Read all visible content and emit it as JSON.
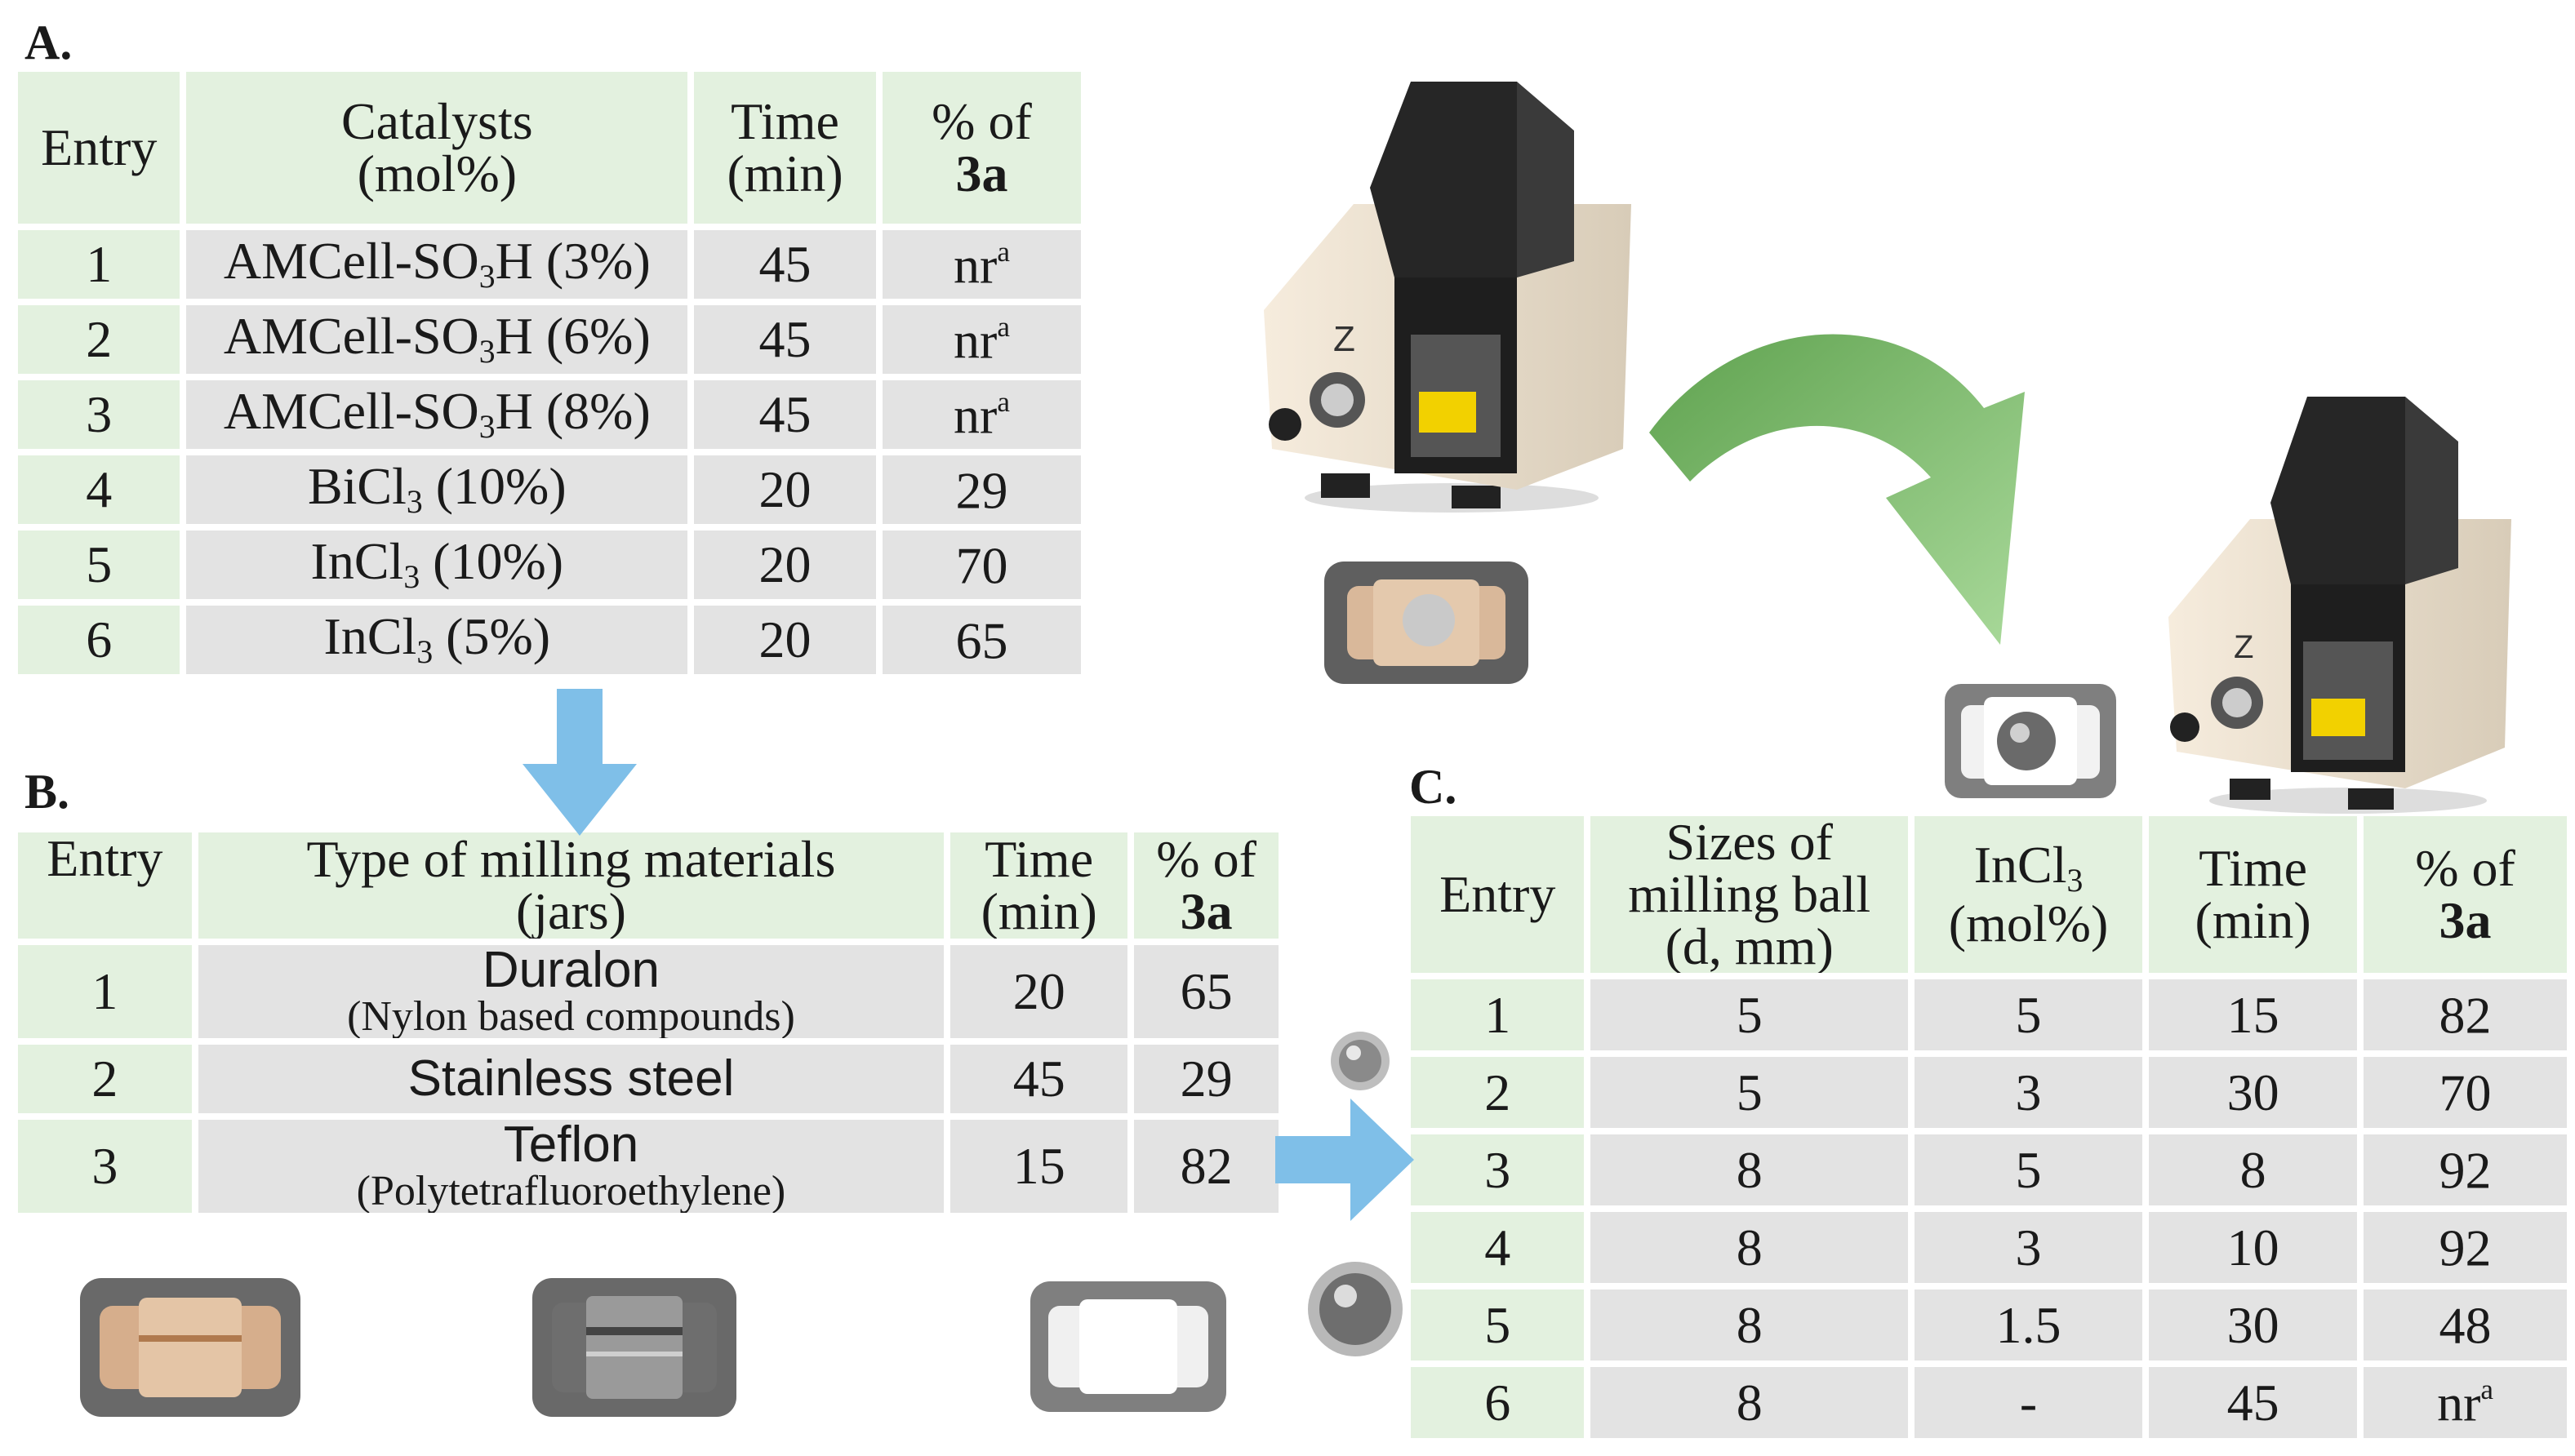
{
  "colors": {
    "header_green": "#e3f1df",
    "cell_grey": "#e3e3e3",
    "arrow_blue": "#7fbfe8",
    "arrow_green": "#6cb25e"
  },
  "panel_a": {
    "label": "A.",
    "headers": {
      "entry": "Entry",
      "catalysts": "Catalysts",
      "catalysts_unit": "(mol%)",
      "time": "Time",
      "time_unit": "(min)",
      "yield": "% of",
      "yield_compound": "3a"
    },
    "rows": [
      {
        "entry": "1",
        "cat_pre": "AMCell-SO",
        "cat_sub": "3",
        "cat_post": "H (3%)",
        "time": "45",
        "yield": "nr",
        "yield_sup": "a"
      },
      {
        "entry": "2",
        "cat_pre": "AMCell-SO",
        "cat_sub": "3",
        "cat_post": "H (6%)",
        "time": "45",
        "yield": "nr",
        "yield_sup": "a"
      },
      {
        "entry": "3",
        "cat_pre": "AMCell-SO",
        "cat_sub": "3",
        "cat_post": "H (8%)",
        "time": "45",
        "yield": "nr",
        "yield_sup": "a"
      },
      {
        "entry": "4",
        "cat_pre": "BiCl",
        "cat_sub": "3",
        "cat_post": " (10%)",
        "time": "20",
        "yield": "29",
        "yield_sup": ""
      },
      {
        "entry": "5",
        "cat_pre": "InCl",
        "cat_sub": "3",
        "cat_post": " (10%)",
        "time": "20",
        "yield": "70",
        "yield_sup": ""
      },
      {
        "entry": "6",
        "cat_pre": "InCl",
        "cat_sub": "3",
        "cat_post": " (5%)",
        "time": "20",
        "yield": "65",
        "yield_sup": ""
      }
    ]
  },
  "panel_b": {
    "label": "B.",
    "headers": {
      "entry": "Entry",
      "material": "Type of milling materials",
      "material_unit": "(jars)",
      "time": "Time",
      "time_unit": "(min)",
      "yield": "% of",
      "yield_compound": "3a"
    },
    "rows": [
      {
        "entry": "1",
        "material": "Duralon",
        "material_note": "(Nylon based compounds)",
        "time": "20",
        "yield": "65"
      },
      {
        "entry": "2",
        "material": "Stainless steel",
        "material_note": "",
        "time": "45",
        "yield": "29"
      },
      {
        "entry": "3",
        "material": "Teflon",
        "material_note": "(Polytetrafluoroethylene)",
        "time": "15",
        "yield": "82"
      }
    ]
  },
  "panel_c": {
    "label": "C.",
    "headers": {
      "entry": "Entry",
      "size_l1": "Sizes of",
      "size_l2": "milling ball",
      "size_l3": "(d, mm)",
      "incl_pre": "InCl",
      "incl_sub": "3",
      "incl_unit": "(mol%)",
      "time": "Time",
      "time_unit": "(min)",
      "yield": "% of",
      "yield_compound": "3a"
    },
    "rows": [
      {
        "entry": "1",
        "size": "5",
        "incl": "5",
        "time": "15",
        "yield": "82",
        "yield_sup": ""
      },
      {
        "entry": "2",
        "size": "5",
        "incl": "3",
        "time": "30",
        "yield": "70",
        "yield_sup": ""
      },
      {
        "entry": "3",
        "size": "8",
        "incl": "5",
        "time": "8",
        "yield": "92",
        "yield_sup": ""
      },
      {
        "entry": "4",
        "size": "8",
        "incl": "3",
        "time": "10",
        "yield": "92",
        "yield_sup": ""
      },
      {
        "entry": "5",
        "size": "8",
        "incl": "1.5",
        "time": "30",
        "yield": "48",
        "yield_sup": ""
      },
      {
        "entry": "6",
        "size": "8",
        "incl": "-",
        "time": "45",
        "yield": "nr",
        "yield_sup": "a"
      }
    ]
  },
  "devices": {
    "mill_badge": "Z"
  }
}
